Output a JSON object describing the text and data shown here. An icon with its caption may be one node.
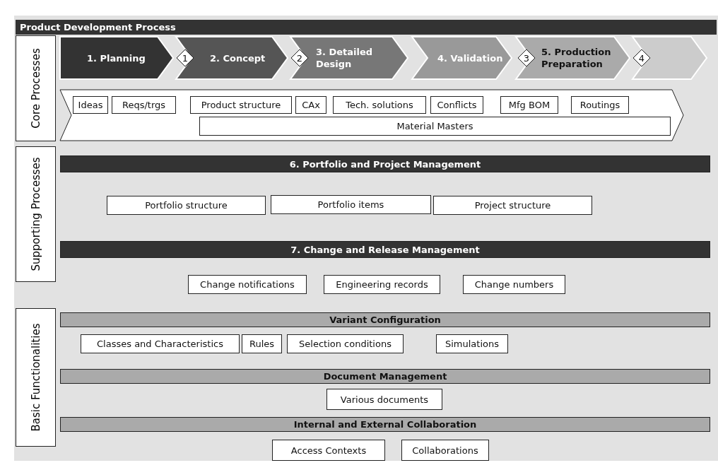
{
  "diagram": {
    "title": "Product Development Process",
    "nodes": [
      {
        "text": [
          "Core Processes"
        ]
      },
      {
        "text": [
          "1. Planning"
        ]
      },
      {
        "text": [
          "2. Concept"
        ]
      },
      {
        "text": [
          "3. Detailed Design"
        ]
      },
      {
        "text": [
          "4. Validation"
        ]
      },
      {
        "text": [
          "5. Production Preparation"
        ]
      },
      {
        "text": [],
        "shape": "chevron"
      },
      {
        "text": [
          "1"
        ]
      },
      {
        "text": [
          "2"
        ]
      },
      {
        "text": [
          "3"
        ]
      },
      {
        "text": [
          "4"
        ]
      },
      {
        "text": [],
        "shape": "arrow"
      },
      {
        "text": [
          "Ideas"
        ],
        "in": 11
      },
      {
        "text": [
          "Reqs/trgs"
        ],
        "in": 11
      },
      {
        "text": [
          "Product structure"
        ],
        "in": 11
      },
      {
        "text": [
          "CAx"
        ],
        "in": 11
      },
      {
        "text": [
          "Tech. solutions"
        ],
        "in": 11
      },
      {
        "text": [
          "Conflicts"
        ],
        "in": 11
      },
      {
        "text": [
          "Mfg BOM"
        ],
        "in": 11
      },
      {
        "text": [
          "Routings"
        ],
        "in": 11
      },
      {
        "text": [
          "Material Masters"
        ],
        "in": 11
      },
      {
        "text": [
          "Supporting Processes"
        ]
      },
      {
        "text": [
          "6. Portfolio and Project Management"
        ]
      },
      {
        "text": [
          "Portfolio structure"
        ]
      },
      {
        "text": [
          "Portfolio items"
        ]
      },
      {
        "text": [
          "Project structure"
        ]
      },
      {
        "text": [
          "7. Change and Release Management"
        ]
      },
      {
        "text": [
          "Change notifications"
        ]
      },
      {
        "text": [
          "Engineering records"
        ]
      },
      {
        "text": [
          "Change numbers"
        ]
      },
      {
        "text": [
          "Basic Functionalities"
        ]
      },
      {
        "text": [
          "Variant Configuration"
        ]
      },
      {
        "text": [
          "Classes and Characteristics"
        ]
      },
      {
        "text": [
          "Rules"
        ]
      },
      {
        "text": [
          "Selection conditions"
        ]
      },
      {
        "text": [
          "Simulations"
        ]
      },
      {
        "text": [
          "Document Management"
        ]
      },
      {
        "text": [
          "Various documents"
        ]
      },
      {
        "text": [
          "Internal and External Collaboration"
        ]
      },
      {
        "text": [
          "Access Contexts"
        ]
      },
      {
        "text": [
          "Collaborations"
        ]
      }
    ],
    "edges": []
  }
}
